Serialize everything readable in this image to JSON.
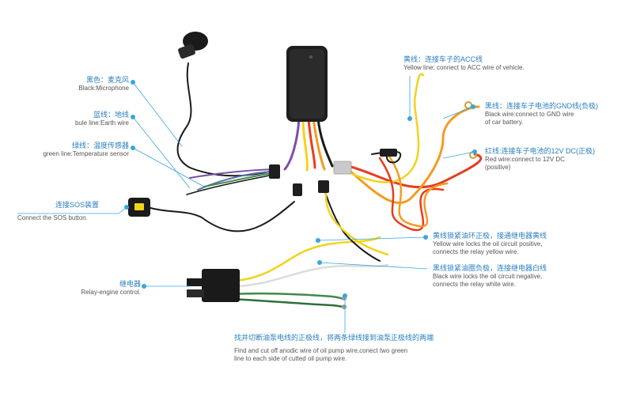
{
  "diagram": {
    "colors": {
      "callout_text": "#2a7fc0",
      "callout_line": "#3aa6dc",
      "body_text": "#555555",
      "yellow_wire": "#f2d21b",
      "red_wire": "#e63d1f",
      "orange_wire": "#f59a22",
      "black_wire": "#1a1a1a",
      "purple_wire": "#7a4fa6",
      "green_wire": "#3f8a4a",
      "white_wire": "#e6e6e6"
    },
    "labels": {
      "microphone": {
        "cn": "黑色：麦克风",
        "en": "Black:Microphone"
      },
      "earth": {
        "cn": "蓝线：地线",
        "en": "bule line:Earth wire"
      },
      "temperature": {
        "cn": "绿线：温度传感器",
        "en": "green line:Temperature sensor"
      },
      "sos": {
        "cn": "连接SOS装置",
        "en": "Connect the SOS button."
      },
      "relay": {
        "cn": "继电器",
        "en": "Relay-engine control."
      },
      "acc": {
        "cn": "黄线：连接车子的ACC线",
        "en": "Yellow line: connect to ACC wire of vehicle."
      },
      "gnd": {
        "cn": "黑线：连接车子电池的GND线(负极)",
        "en1": "Black wire:connect to GND wire",
        "en2": "of car battery."
      },
      "power": {
        "cn": "红线:连接车子电池的12V DC(正极)",
        "en1": "Red wire:connect to 12V DC",
        "en2": "(positive)"
      },
      "yellow_lock": {
        "cn": "黄线锁紧油环正极，接通继电器黄线",
        "en1": "Yellow wire locks the oil circuit positive,",
        "en2": "connects the relay yellow wire."
      },
      "black_lock": {
        "cn": "黑线锁紧油圈负极，连接继电器白线",
        "en1": "Black wire locks the oil circuit negative,",
        "en2": "connects the relay white wire."
      },
      "pump": {
        "cn": "找并切断油泵电线的正极线，将两条绿线接到油泵正极线的两端",
        "en1": "Find and cut off anodic wire of oil pump wire,conect two green",
        "en2": "line to each side of cutted oil pump wire."
      }
    }
  }
}
